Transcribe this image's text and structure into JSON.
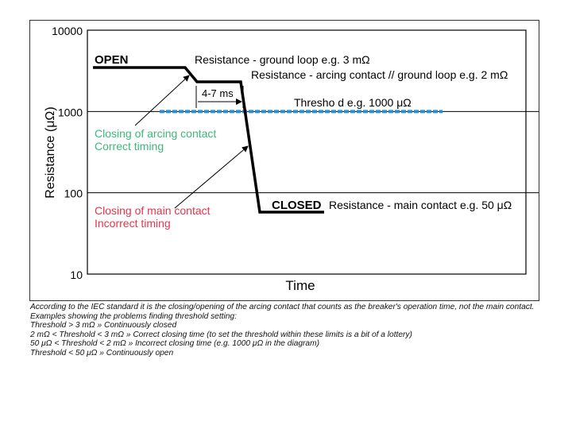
{
  "chart_data": {
    "type": "line",
    "ylabel": "Resistance (μΩ)",
    "xlabel": "Time",
    "yscale": "log",
    "ylim": [
      10,
      10000
    ],
    "yticks": [
      "10000",
      "1000",
      "100",
      "10"
    ],
    "grid": "horizontal at decades",
    "series": [
      {
        "name": "",
        "color": "#000000",
        "x_description": "time (unlabeled)",
        "points": [
          {
            "x": 0,
            "y": 3000
          },
          {
            "x": 1,
            "y": 3000
          },
          {
            "x": 1.15,
            "y": 2200
          },
          {
            "x": 1.6,
            "y": 2200
          },
          {
            "x": 1.75,
            "y": 55
          },
          {
            "x": 2.4,
            "y": 55
          }
        ]
      },
      {
        "name": "",
        "color": "#2a8fc9",
        "style": "dashed",
        "points": [
          {
            "x": 0.6,
            "y": 1000
          },
          {
            "x": 3.4,
            "y": 1000
          }
        ]
      }
    ],
    "annotations": {
      "open": "OPEN",
      "closed": "CLOSED",
      "ground_loop": "Resistance - ground loop e.g. 3 mΩ",
      "arcing": "Resistance - arcing contact // ground loop e.g. 2 mΩ",
      "interval": "4-7 ms",
      "threshold": "Thresho d e.g. 1000 μΩ",
      "arcing_close_1": "Closing of arcing contact",
      "arcing_close_2": "Correct timing",
      "main_close_1": "Closing of main contact",
      "main_close_2": "Incorrect timing",
      "main_contact": "Resistance - main contact e.g. 50 μΩ"
    },
    "annotation_colors": {
      "arcing_close": "#3cb878",
      "main_close": "#e8334a"
    }
  },
  "caption": [
    "According to the IEC standard it is the closing/opening of the arcing contact that counts as the breaker's operation time, not the main contact.",
    "Examples showing the problems finding threshold setting:",
    "Threshold > 3 mΩ » Continuously closed",
    "2 mΩ < Threshold < 3 mΩ » Correct closing time (to set the threshold within these limits is a bit of a lottery)",
    "50 μΩ < Threshold < 2 mΩ » Incorrect closing time (e.g. 1000 μΩ in the diagram)",
    "Threshold < 50 μΩ » Continuously open"
  ]
}
